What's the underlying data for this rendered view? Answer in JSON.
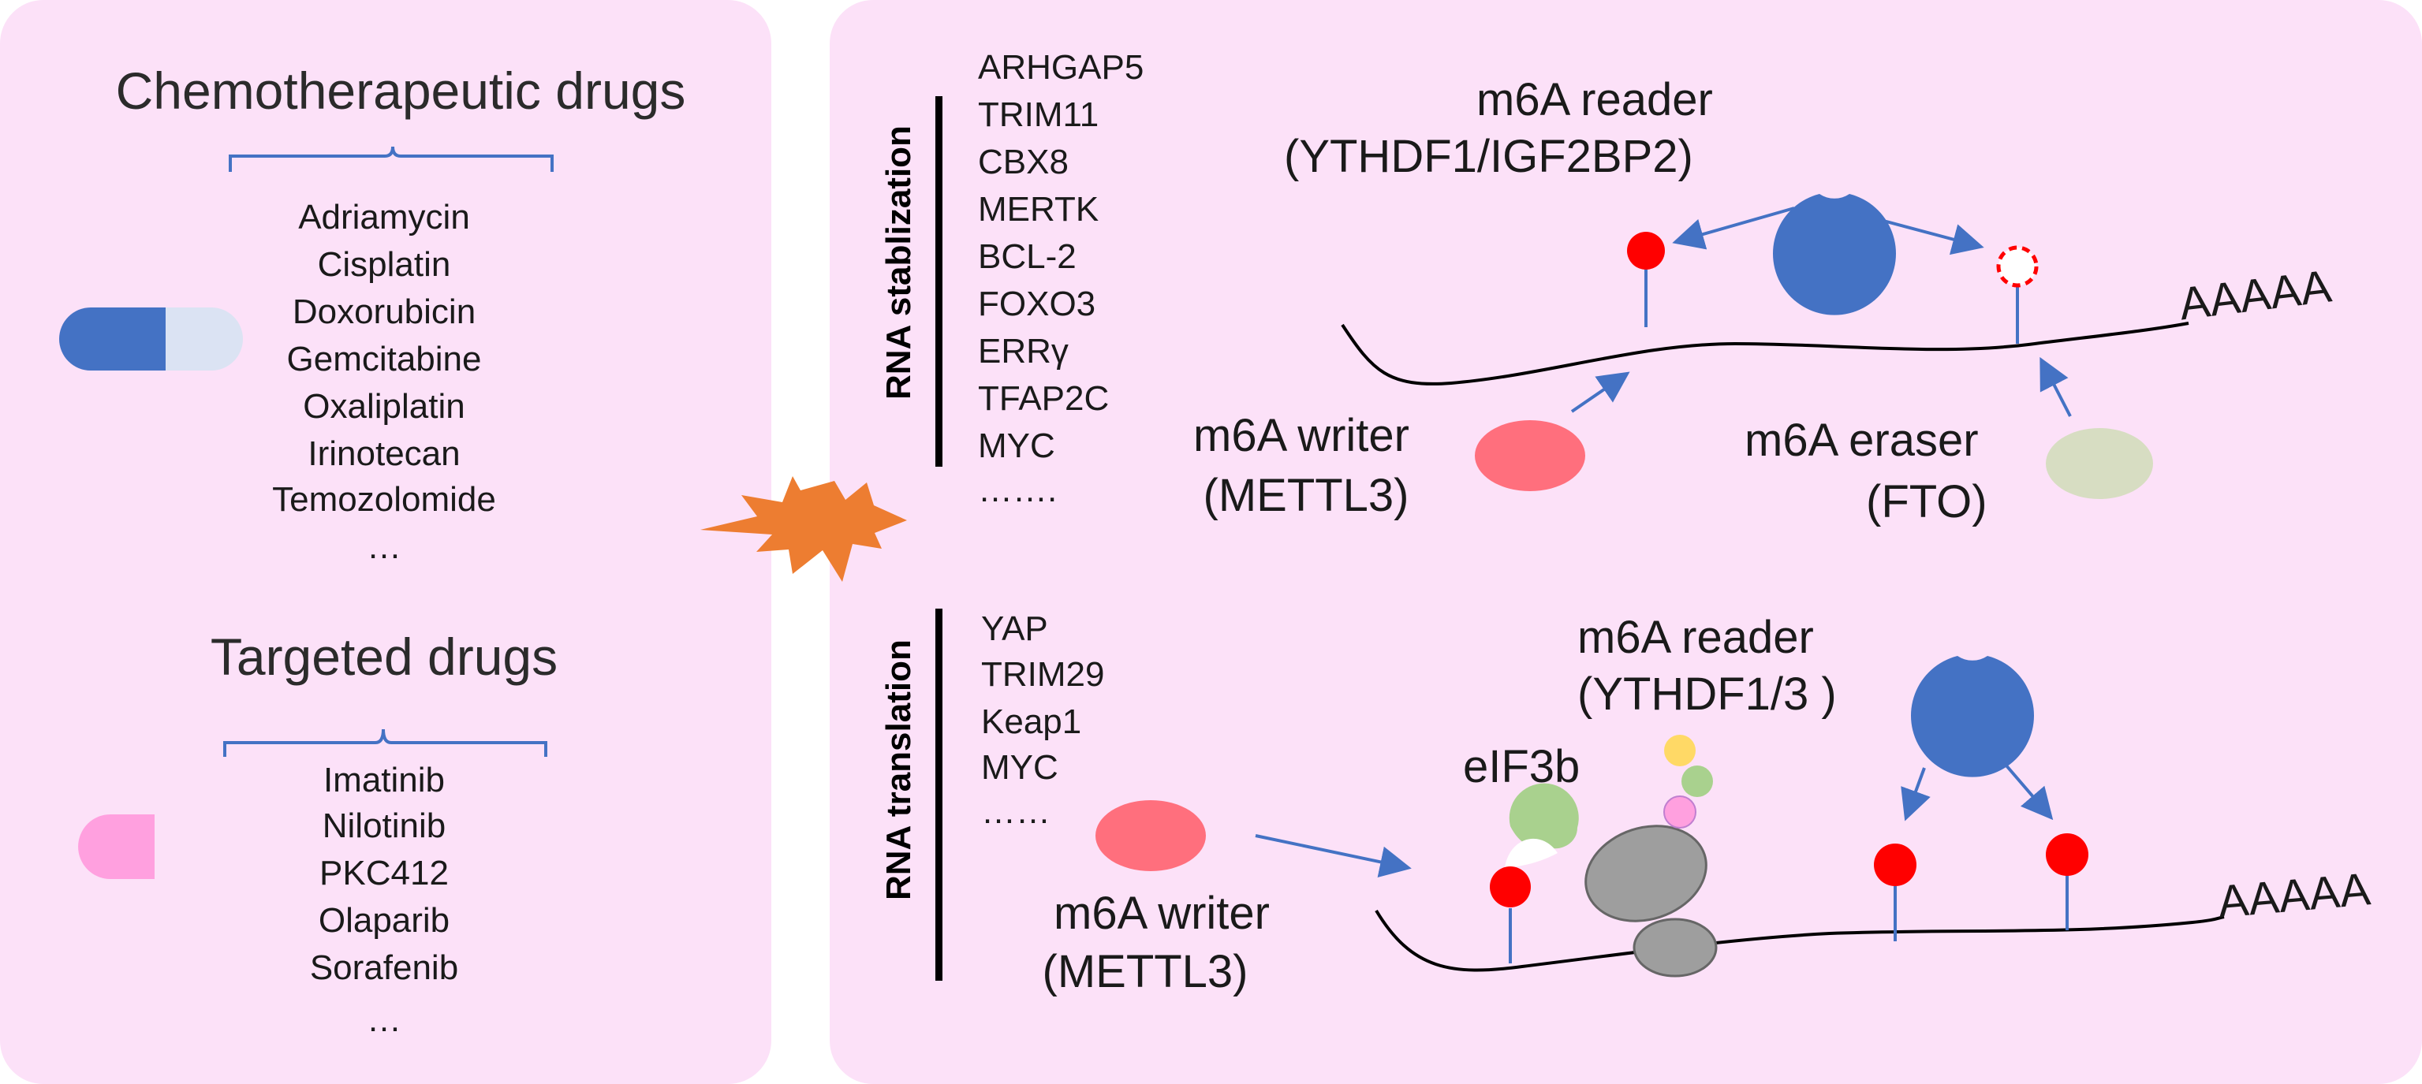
{
  "left": {
    "chemo_title": "Chemotherapeutic drugs",
    "chemo_drugs": [
      "Adriamycin",
      "Cisplatin",
      "Doxorubicin",
      "Gemcitabine",
      "Oxaliplatin",
      "Irinotecan",
      "Temozolomide",
      "…"
    ],
    "targeted_title": "Targeted drugs",
    "targeted_drugs": [
      "Imatinib",
      "Nilotinib",
      "PKC412",
      "Olaparib",
      "Sorafenib",
      "…"
    ]
  },
  "stabilization": {
    "label": "RNA stablization",
    "genes": [
      "ARHGAP5",
      "TRIM11",
      "CBX8",
      "MERTK",
      "BCL-2",
      "FOXO3",
      "ERRγ",
      "TFAP2C",
      "MYC",
      "……."
    ],
    "reader_title": "m6A reader",
    "reader_sub": "(YTHDF1/IGF2BP2)",
    "writer_title": "m6A writer",
    "writer_sub": "(METTL3)",
    "eraser_title": "m6A eraser",
    "eraser_sub": "(FTO)",
    "polya": "AAAAA"
  },
  "translation": {
    "label": "RNA translation",
    "genes": [
      "YAP",
      "TRIM29",
      "Keap1",
      "MYC",
      "……"
    ],
    "reader_title": "m6A reader",
    "reader_sub": "(YTHDF1/3 )",
    "eif": "eIF3b",
    "writer_title": "m6A writer",
    "writer_sub": "(METTL3)",
    "polya": "AAAAA"
  },
  "colors": {
    "panel": "#fce1f8",
    "reader": "#4472c4",
    "writer": "#ff6f7d",
    "eraser": "#d7ddc2",
    "m6a_mark": "#ff0000",
    "arrow": "#4472c4",
    "burst": "#ed7d31",
    "ribosome": "#9e9e9e"
  }
}
